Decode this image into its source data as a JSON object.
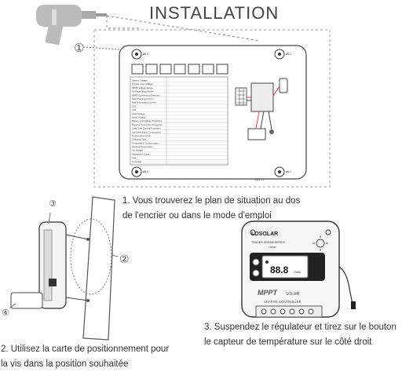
{
  "title": "INSTALLATION",
  "markers": {
    "m1": "①",
    "m2": "②",
    "m3": "③",
    "m4": "④"
  },
  "captions": {
    "c1_l1": "1. Vous trouverez le plan de situation au dos",
    "c1_l2": "de l'encrier ou dans le mode d'emploi",
    "c2_l1": "2. Utilisez la carte de positionnement pour",
    "c2_l2": "la vis dans la position souhaitée",
    "c3_l1": "3. Suspendez le régulateur et tirez sur le bouton",
    "c3_l2": "le capteur de température sur le côté droit"
  },
  "template": {
    "hole_label": "ø6.2",
    "rows": [
      "System Voltage",
      "PV Max Input Voltage",
      "MPPT Voltage Range",
      "PV Rated Input Power",
      "MPPT Conversion Efficiency",
      "Max Charging Current",
      "Max Discharging Current",
      "LVD",
      "LVR",
      "Float Voltage",
      "Boost Voltage",
      "Battery Low Voltage Protection",
      "Reverse Connection Protection",
      "Load Over Current Protection",
      "Controller Static Consumption",
      "Temperature Comp.",
      "Charging Type",
      "Temperature Compensation",
      "Working Temperature",
      "Net Weight",
      "Waterproof Grade",
      "Size",
      "Terminals"
    ],
    "footnote": "Scale 1:1"
  },
  "device": {
    "brand": "LOSOLAR",
    "series": "TRACER DREAM SERIES",
    "model": "T20MP",
    "display_value": "88.8",
    "display_unit": "Volts",
    "mppt": "MPPT",
    "solar": "SOLAR",
    "subtitle": "CHARGE CONTROLLER"
  },
  "colors": {
    "line": "#555555",
    "panel": "#e8e8e8",
    "dark": "#222222"
  }
}
